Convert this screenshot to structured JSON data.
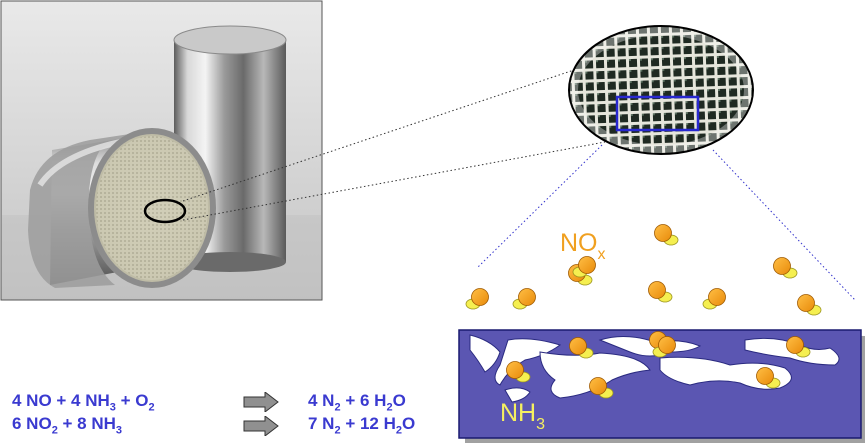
{
  "labels": {
    "nox": "NO",
    "nox_sub": "x",
    "nh3": "NH",
    "nh3_sub": "3"
  },
  "equations": [
    {
      "lhs": [
        {
          "t": "4 NO + 4 NH"
        },
        {
          "sub": "3"
        },
        {
          "t": " + O"
        },
        {
          "sub": "2"
        }
      ],
      "rhs": [
        {
          "t": "4 N"
        },
        {
          "sub": "2"
        },
        {
          "t": " + 6 H"
        },
        {
          "sub": "2"
        },
        {
          "t": "O"
        }
      ]
    },
    {
      "lhs": [
        {
          "t": "6 NO"
        },
        {
          "sub": "2"
        },
        {
          "t": " + 8 NH"
        },
        {
          "sub": "3"
        }
      ],
      "rhs": [
        {
          "t": "7 N"
        },
        {
          "sub": "2"
        },
        {
          "t": " + 12 H"
        },
        {
          "sub": "2"
        },
        {
          "t": "O"
        }
      ]
    }
  ],
  "colors": {
    "equation_text": "#3a3ad0",
    "nox_label": "#f0a020",
    "nh3_label": "#f5ef60",
    "catalyst_fill": "#5b56b2",
    "molecule_orange": "#f39c12",
    "molecule_yellow": "#f5ef50",
    "arrow_fill": "#909090",
    "lens_rect": "#2828d0"
  }
}
